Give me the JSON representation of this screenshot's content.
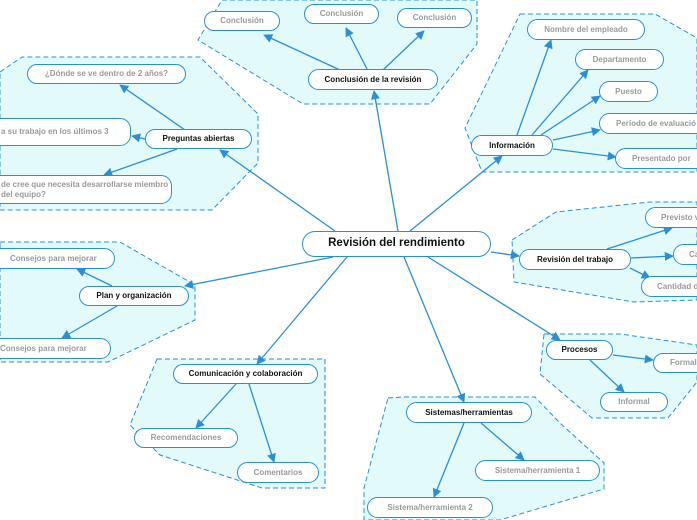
{
  "central": "Revisión del rendimiento",
  "branches": {
    "conclusion": {
      "title": "Conclusión de la revisión",
      "children": [
        "Conclusión",
        "Conclusión",
        "Conclusión"
      ]
    },
    "preguntas": {
      "title": "Preguntas abiertas",
      "children": [
        "¿Dónde se ve dentro de 2 años?",
        "a su trabajo en los últimos 3",
        "de cree que necesita desarrollarse miembro del equipo?"
      ]
    },
    "informacion": {
      "title": "Información",
      "children": [
        "Nombre del empleado",
        "Departamento",
        "Puesto",
        "Período de evaluació",
        "Presentado por"
      ]
    },
    "revision_trabajo": {
      "title": "Revisión del trabajo",
      "children": [
        "Previsto v",
        "Ca",
        "Cantidad d"
      ]
    },
    "plan": {
      "title": "Plan y organización",
      "children": [
        "Consejos para mejorar",
        "Consejos para mejorar"
      ]
    },
    "procesos": {
      "title": "Procesos",
      "children": [
        "Formal",
        "Informal"
      ]
    },
    "comunicacion": {
      "title": "Comunicación y colaboración",
      "children": [
        "Recomendaciones",
        "Comentarios"
      ]
    },
    "sistemas": {
      "title": "Sistemas/herramientas",
      "children": [
        "Sistema/herramienta 1",
        "Sistema/herramienta 2"
      ]
    }
  },
  "colors": {
    "line": "#2a8fd6",
    "region_fill": "#e3fafa",
    "main_text": "#111111",
    "sub_text": "#9a9a9a"
  }
}
